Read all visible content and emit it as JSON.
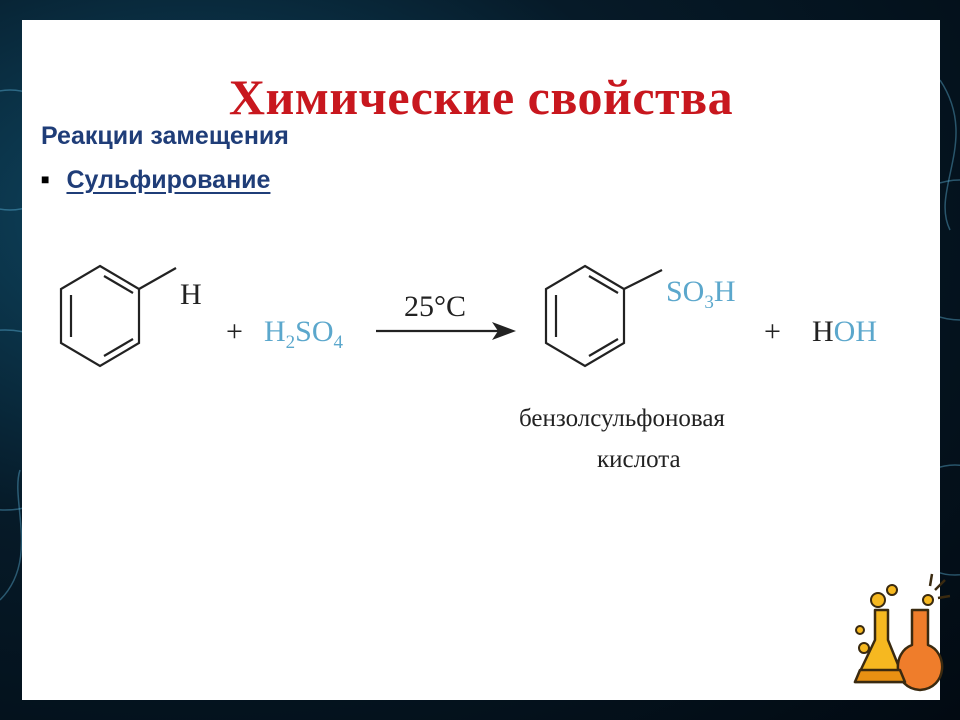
{
  "slide": {
    "title": "Химические свойства",
    "subtitle": "Реакции замещения",
    "bullet": "Сульфирование"
  },
  "reaction": {
    "reactant1_substituent": "H",
    "plus1": "+",
    "reagent": {
      "H": "H",
      "sub2": "2",
      "SO": "SO",
      "sub4": "4"
    },
    "condition": "25°C",
    "product_substituent": {
      "SO": "SO",
      "sub3": "3",
      "H": "H"
    },
    "plus2": "+",
    "water": {
      "H": "H",
      "OH": "OH"
    },
    "product_name_line1": "бензолсульфоновая",
    "product_name_line2": "кислота"
  },
  "colors": {
    "title": "#c8171e",
    "heading": "#1f3d78",
    "reagent_blue": "#5ba7cc"
  }
}
